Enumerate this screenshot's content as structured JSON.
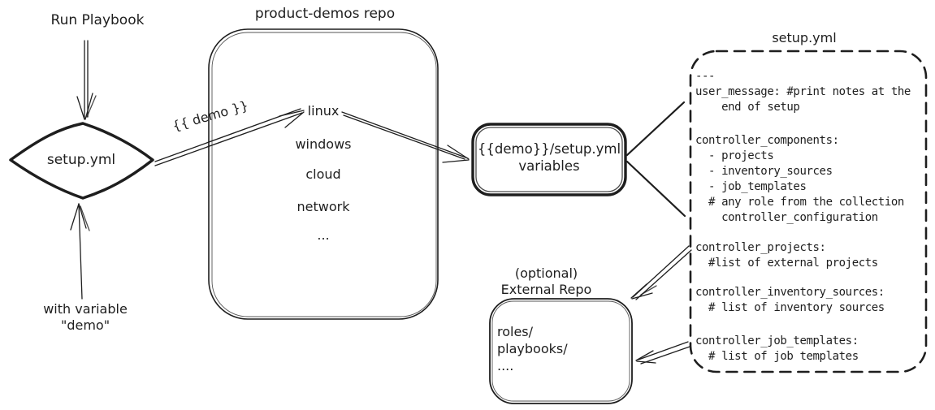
{
  "ink_color": "#1e1e1e",
  "left_flow": {
    "run_playbook_label": "Run Playbook",
    "with_variable_label": "with variable\n\"demo\"",
    "diamond_label": "setup.yml"
  },
  "repo": {
    "title": "product-demos repo",
    "items": [
      "linux",
      "windows",
      "cloud",
      "network",
      "..."
    ]
  },
  "demo_arrow_label": "{{ demo }}",
  "variables_box": {
    "label": "{{demo}}/setup.yml\nvariables"
  },
  "setup_file": {
    "title": "setup.yml",
    "sections": [
      "---\nuser_message: #print notes at the\n    end of setup",
      "controller_components:\n  - projects\n  - inventory_sources\n  - job_templates\n  # any role from the collection\n    controller_configuration",
      "controller_projects:\n  #list of external projects",
      "controller_inventory_sources:\n  # list of inventory sources",
      "controller_job_templates:\n  # list of job templates"
    ]
  },
  "external_repo": {
    "title": "(optional)\nExternal Repo",
    "contents": "roles/\nplaybooks/\n...."
  }
}
